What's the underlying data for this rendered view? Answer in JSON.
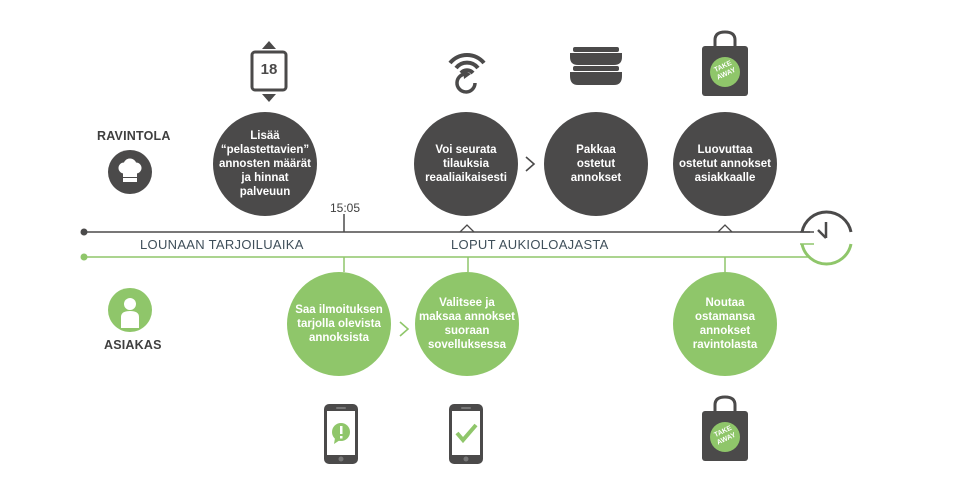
{
  "roles": {
    "restaurant": "RAVINTOLA",
    "customer": "ASIAKAS"
  },
  "timeline": {
    "lunch_label": "LOUNAAN TARJOILUAIKA",
    "rest_label": "LOPUT AUKIOLOAJASTA",
    "time_marker": "15:05"
  },
  "restaurant_steps": [
    {
      "text": "Lisää\n“pelastettavien”\nannosten määrät\nja hinnat\npalveuun"
    },
    {
      "text": "Voi seurata\ntilauksia\nreaaliaikaisesti"
    },
    {
      "text": "Pakkaa\nostetut\nannokset"
    },
    {
      "text": "Luovuttaa\nostetut annokset\nasiakkaalle"
    }
  ],
  "customer_steps": [
    {
      "text": "Saa ilmoituksen\ntarjolla olevista\nannoksista"
    },
    {
      "text": "Valitsee ja\nmaksaa annokset\nsuoraan\nsovelluksessa"
    },
    {
      "text": "Noutaa\nostamansa\nannokset\nravintolasta"
    }
  ],
  "icons": {
    "counter_value": "18",
    "bag_label_line1": "TAKE",
    "bag_label_line2": "AWAY"
  },
  "colors": {
    "dark": "#4b4a4a",
    "green": "#8fc66a"
  }
}
